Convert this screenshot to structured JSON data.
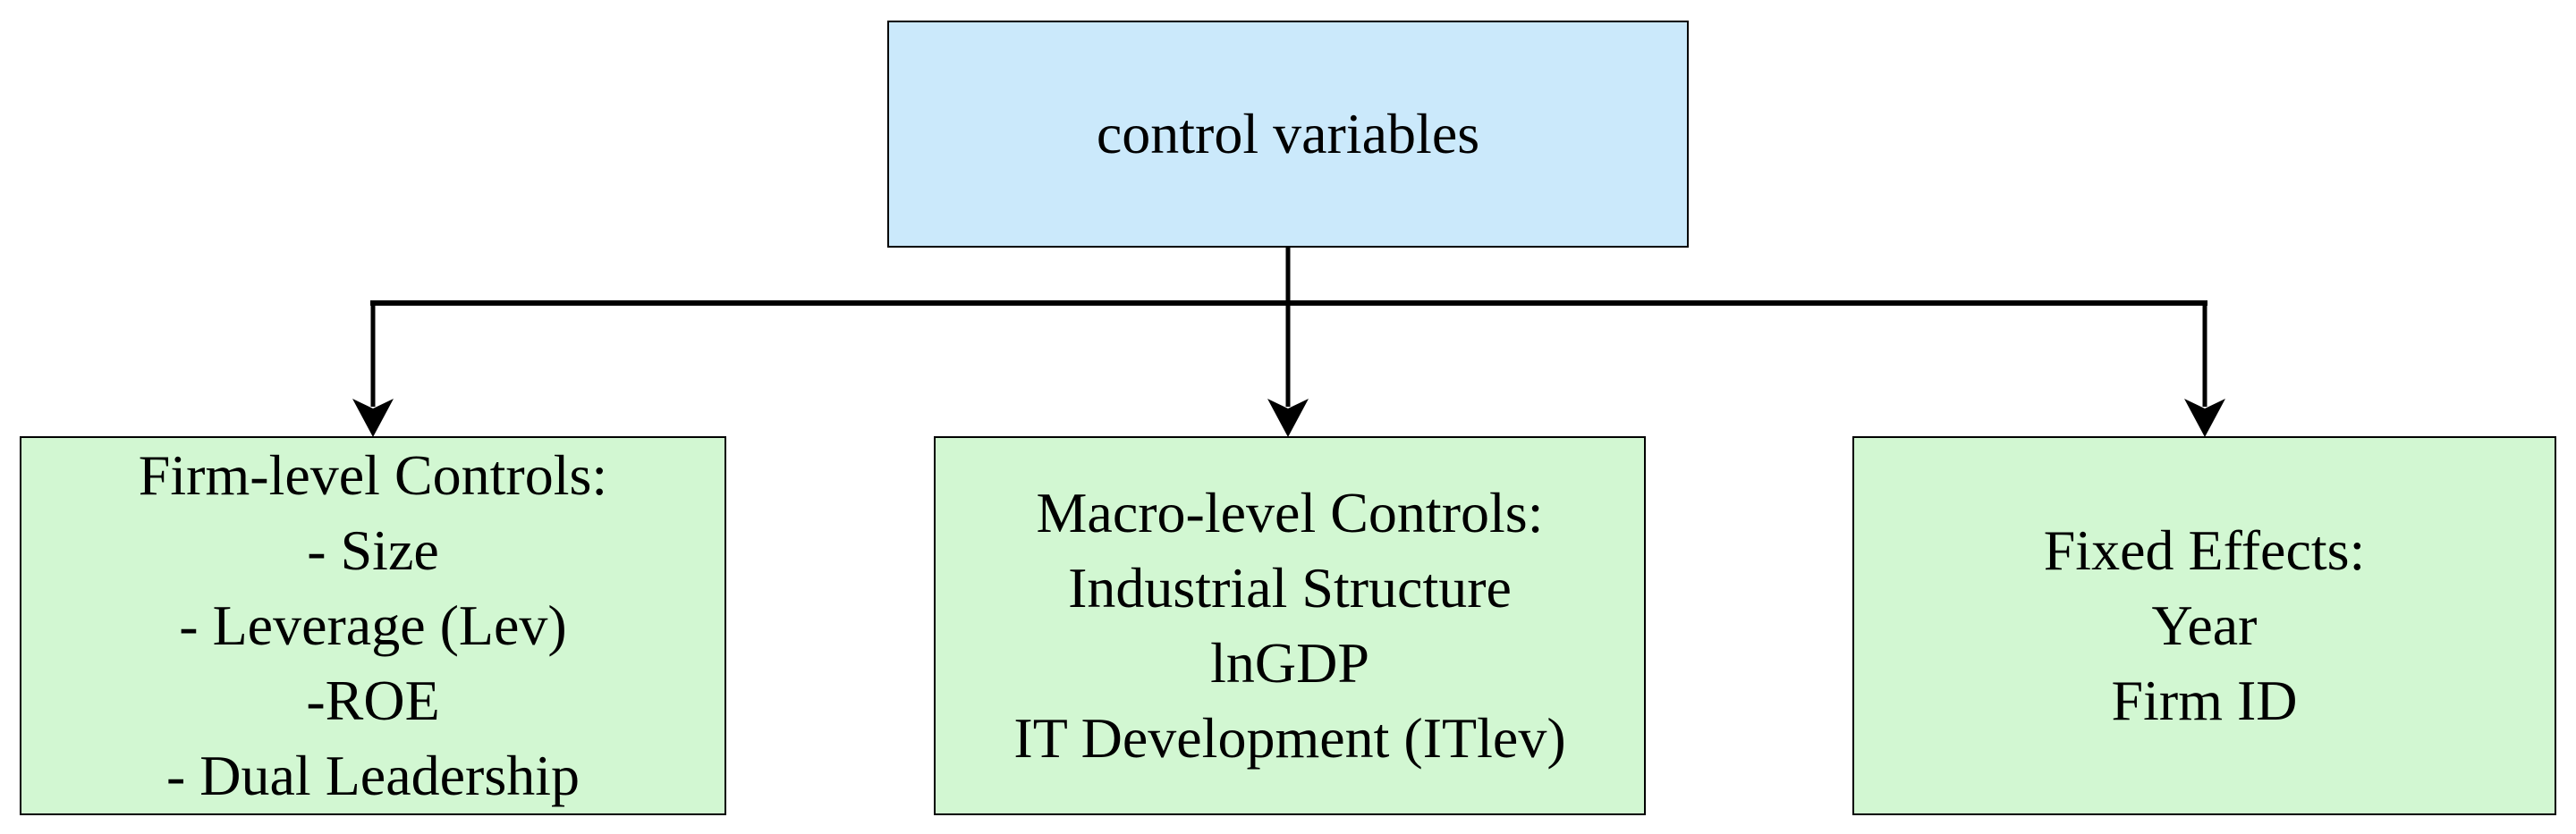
{
  "figure": {
    "title": "control variables flowchart",
    "colors": {
      "root_bg": "#cbe9fb",
      "child_bg": "#d2f7d2",
      "border": "#000000",
      "line": "#000000",
      "text": "#000000",
      "background": "#ffffff"
    },
    "root": {
      "label": "control variables"
    },
    "boxes": [
      {
        "id": "firm-level-controls",
        "lines": [
          "Firm-level Controls:",
          "- Size",
          "- Leverage (Lev)",
          "-ROE",
          "- Dual Leadership"
        ]
      },
      {
        "id": "macro-level-controls",
        "lines": [
          "Macro-level Controls:",
          "Industrial Structure",
          "lnGDP",
          "IT Development (ITlev)"
        ]
      },
      {
        "id": "fixed-effects",
        "lines": [
          "Fixed Effects:",
          "Year",
          "Firm ID"
        ]
      }
    ]
  }
}
